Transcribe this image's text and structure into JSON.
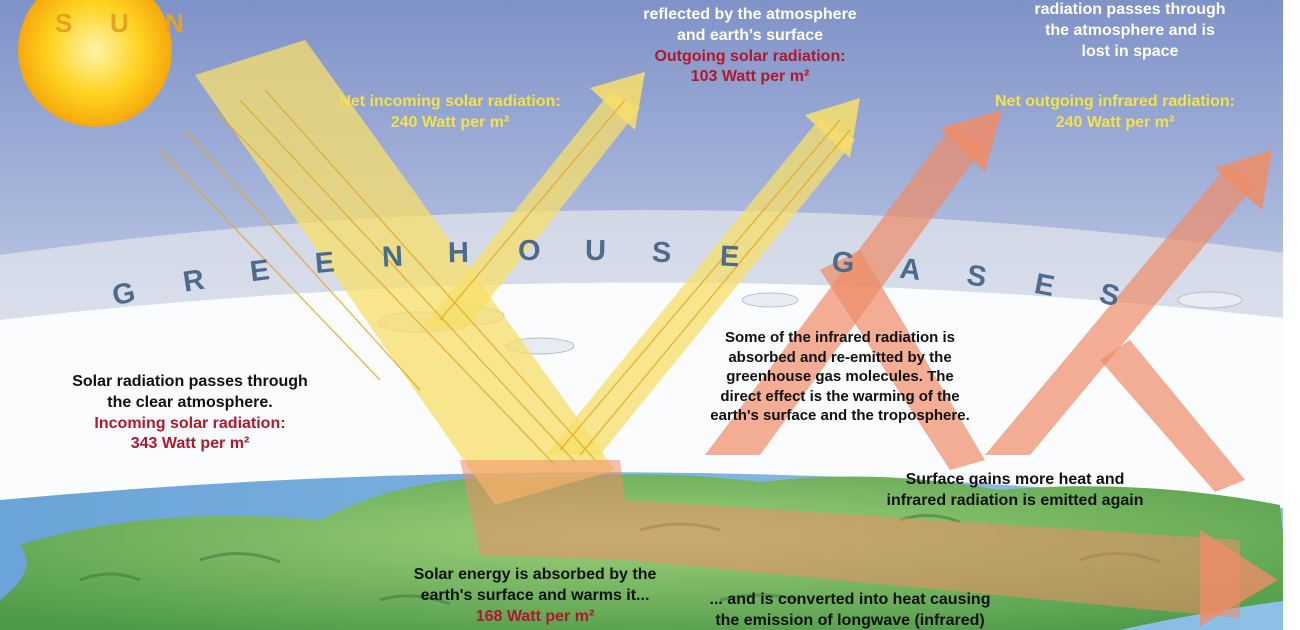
{
  "sun_label": [
    "S",
    "U",
    "N"
  ],
  "greenhouse_letters": [
    "G",
    "R",
    "E",
    "E",
    "N",
    "H",
    "O",
    "U",
    "S",
    "E",
    "G",
    "A",
    "S",
    "E",
    "S"
  ],
  "reflected": {
    "line1": "reflected by the atmosphere",
    "line2": "and earth's surface",
    "heading": "Outgoing solar radiation:",
    "value": "103 Watt per m²"
  },
  "net_incoming": {
    "heading": "Net incoming solar radiation:",
    "value": "240 Watt per m²"
  },
  "lost_in_space": {
    "line1": "radiation passes through",
    "line2": "the atmosphere and is",
    "line3": "lost in space",
    "heading": "Net outgoing infrared radiation:",
    "value": "240 Watt per m²"
  },
  "incoming": {
    "line1": "Solar radiation passes through",
    "line2": "the clear atmosphere.",
    "heading": "Incoming solar radiation:",
    "value": "343 Watt per m²"
  },
  "absorbed_reemitted": {
    "line1": "Some of the infrared radiation is",
    "line2": "absorbed and re-emitted by the",
    "line3": "greenhouse gas molecules. The",
    "line4": "direct effect is the warming of the",
    "line5": "earth's surface and the troposphere."
  },
  "surface_gains": {
    "line1": "Surface gains more heat and",
    "line2": "infrared radiation is emitted again"
  },
  "solar_absorbed": {
    "line1": "Solar energy is absorbed by the",
    "line2": "earth's surface and warms it...",
    "value": "168 Watt per m²"
  },
  "converted": {
    "line1": "... and is converted into heat causing",
    "line2": "the emission of longwave (infrared)"
  },
  "colors": {
    "solar_beam": "#f7df6a",
    "infrared_beam": "#ee8c66",
    "highlight_text": "#f3e24a",
    "value_text": "#b0182c"
  }
}
